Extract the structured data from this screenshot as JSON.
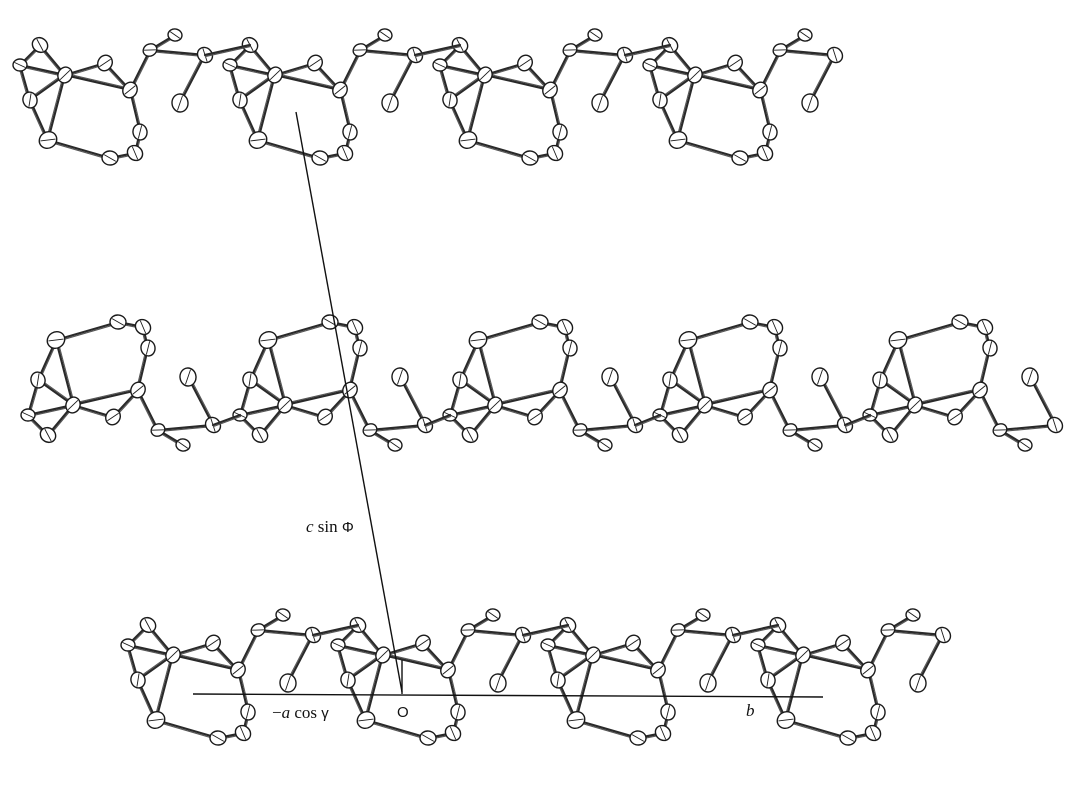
{
  "figure": {
    "labels": {
      "c_axis": {
        "var": "c",
        "func": " sin ",
        "sym": "Φ"
      },
      "a_axis": {
        "prefix": "−",
        "var": "a",
        "func": " cos ",
        "sym": "γ"
      },
      "b_axis": {
        "var": "b"
      },
      "origin": "O"
    }
  }
}
